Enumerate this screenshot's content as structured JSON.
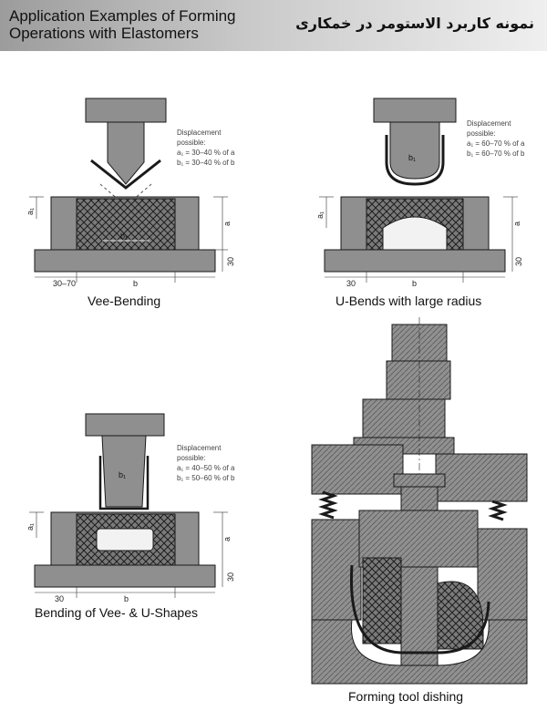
{
  "header": {
    "title_en_line1": "Application Examples of Forming",
    "title_en_line2": "Operations with Elastomers",
    "title_fa": "نمونه کاربرد الاستومر در خمکاری"
  },
  "figures": {
    "vee": {
      "caption": "Vee-Bending",
      "note_line1": "Displacement",
      "note_line2": "possible:",
      "note_a1": "a₁ = 30–40 % of a",
      "note_b1": "b₁ = 30–40 % of b",
      "dim_a": "a",
      "dim_a1": "a₁",
      "dim_b": "b",
      "dim_b1": "b₁",
      "dim_30": "30",
      "dim_left": "30–70"
    },
    "ubend": {
      "caption": "U-Bends with large radius",
      "note_line1": "Displacement",
      "note_line2": "possible:",
      "note_a1": "a₁ = 60–70 % of a",
      "note_b1": "b₁ = 60–70 % of b",
      "dim_a": "a",
      "dim_a1": "a₁",
      "dim_b": "b",
      "dim_b1": "b₁",
      "dim_30": "30",
      "dim_left": "30"
    },
    "vu": {
      "caption": "Bending of Vee- & U-Shapes",
      "note_line1": "Displacement",
      "note_line2": "possible:",
      "note_a1": "a₁ = 40–50 % of a",
      "note_b1": "b₁ = 50–60 % of b",
      "dim_a": "a",
      "dim_a1": "a₁",
      "dim_b": "b",
      "dim_b1": "b₁",
      "dim_30": "30",
      "dim_left": "30"
    },
    "dish": {
      "caption": "Forming tool dishing"
    }
  },
  "colors": {
    "steel": "#8f8f8f",
    "steel_light": "#bdbdbd",
    "elastomer": "#6f6f6f",
    "outline": "#1a1a1a"
  }
}
